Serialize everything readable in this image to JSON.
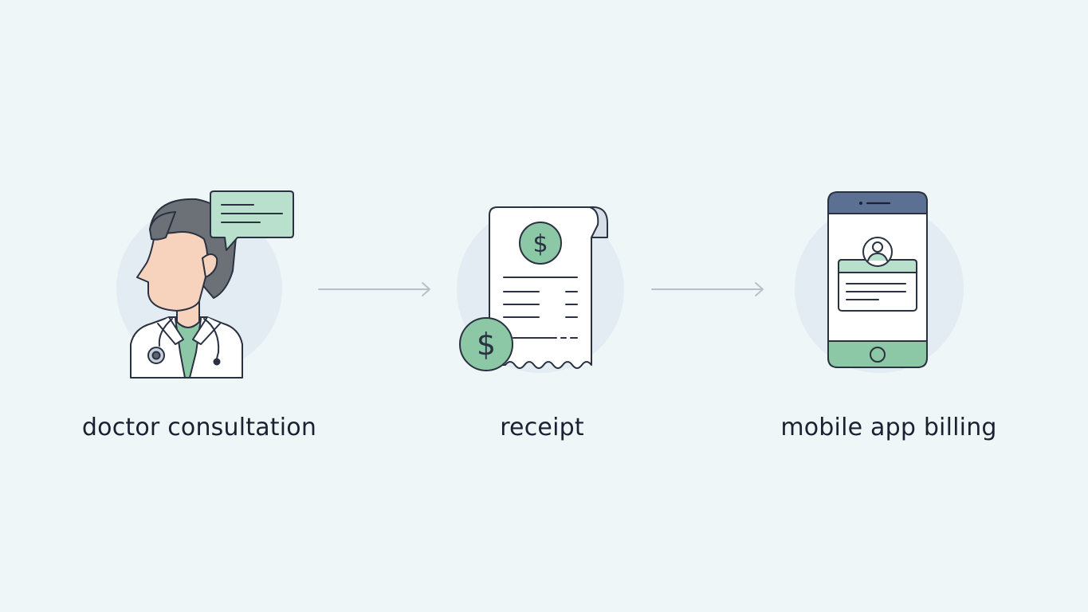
{
  "steps": [
    {
      "label": "doctor consultation",
      "icon": "doctor-icon"
    },
    {
      "label": "receipt",
      "icon": "receipt-icon"
    },
    {
      "label": "mobile app billing",
      "icon": "mobile-phone-icon"
    }
  ],
  "connector_icon": "arrow-right-icon",
  "colors": {
    "background": "#eff6f8",
    "halo": "#e3ecf2",
    "outline": "#2a3140",
    "mint": "#b9e0cd",
    "green": "#8cc7a6",
    "skin": "#f7d2bd",
    "hair": "#6c7077",
    "phone_header": "#5b7093",
    "text": "#1b2130",
    "arrow": "#b9c1c8"
  }
}
